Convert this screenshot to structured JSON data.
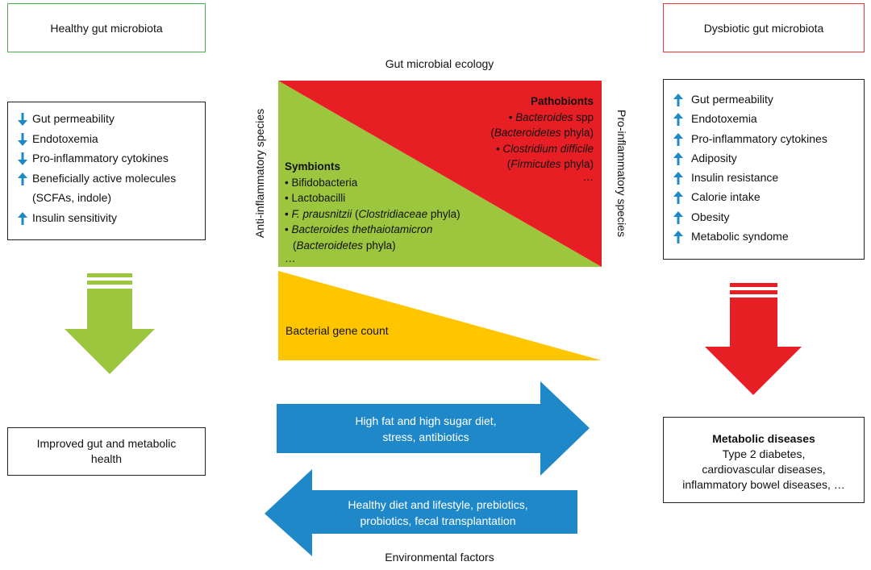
{
  "colors": {
    "green": "#9DC63F",
    "red": "#E81E25",
    "yellow": "#FFC600",
    "blue": "#1E88C8",
    "arrow_blue": "#1E88C8",
    "healthy_border": "#4CAF50",
    "dysbiotic_border": "#E53935"
  },
  "healthy": {
    "title": "Healthy gut microbiota",
    "items": [
      {
        "arrow": "down",
        "text": "Gut permeability"
      },
      {
        "arrow": "down",
        "text": "Endotoxemia"
      },
      {
        "arrow": "down",
        "text": "Pro-inflammatory cytokines"
      },
      {
        "arrow": "up",
        "text": "Beneficially active molecules"
      },
      {
        "arrow": "none",
        "text": "(SCFAs, indole)"
      },
      {
        "arrow": "up",
        "text": "Insulin sensitivity"
      }
    ],
    "outcome_line1": "Improved gut and metabolic",
    "outcome_line2": "health"
  },
  "dysbiotic": {
    "title": "Dysbiotic gut microbiota",
    "items": [
      {
        "arrow": "up",
        "text": "Gut permeability"
      },
      {
        "arrow": "up",
        "text": "Endotoxemia"
      },
      {
        "arrow": "up",
        "text": "Pro-inflammatory cytokines"
      },
      {
        "arrow": "up",
        "text": "Adiposity"
      },
      {
        "arrow": "up",
        "text": "Insulin resistance"
      },
      {
        "arrow": "up",
        "text": "Calorie intake"
      },
      {
        "arrow": "up",
        "text": "Obesity"
      },
      {
        "arrow": "up",
        "text": "Metabolic syndome"
      }
    ],
    "outcome_title": "Metabolic diseases",
    "outcome_line1": "Type 2 diabetes,",
    "outcome_line2": "cardiovascular diseases,",
    "outcome_line3": "inflammatory bowel diseases, …"
  },
  "center": {
    "top_caption": "Gut microbial ecology",
    "left_vertical": "Anti-inflammatory species",
    "right_vertical": "Pro-inflammatory species",
    "symbionts": {
      "title": "Symbionts",
      "l1": "• Bifidobacteria",
      "l2": "• Lactobacilli",
      "l3a": "• ",
      "l3b": "F. prausnitzii",
      "l3c": " (",
      "l3d": "Clostridiaceae",
      "l3e": " phyla)",
      "l4a": "• ",
      "l4b": "Bacteroides thethaiotamicron",
      "l5a": "(",
      "l5b": "Bacteroidetes",
      "l5c": " phyla)",
      "ellipsis": "…"
    },
    "pathobionts": {
      "title": "Pathobionts",
      "l1a": "• ",
      "l1b": "Bacteroides",
      "l1c": " spp",
      "l2a": "(",
      "l2b": "Bacteroidetes",
      "l2c": " phyla)",
      "l3a": "• ",
      "l3b": "Clostridium difficile",
      "l4a": "(",
      "l4b": "Firmicutes",
      "l4c": " phyla)",
      "ellipsis": "…"
    },
    "gene_count": "Bacterial gene count",
    "arrow_right_line1": "High fat and high sugar diet,",
    "arrow_right_line2": "stress, antibiotics",
    "arrow_left_line1": "Healthy diet and lifestyle, prebiotics,",
    "arrow_left_line2": "probiotics, fecal transplantation",
    "bottom_caption": "Environmental factors"
  }
}
